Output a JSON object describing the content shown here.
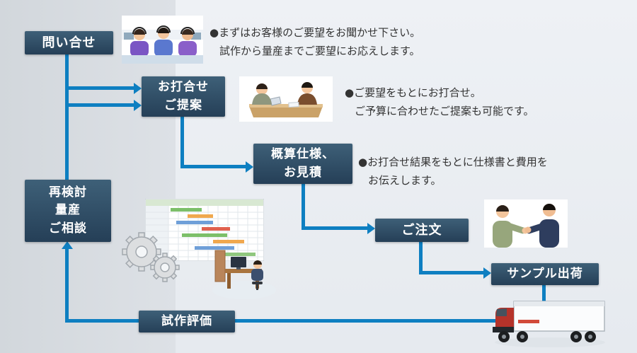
{
  "colors": {
    "arrow": "#0e7fc1",
    "box_background_top": "#3e6078",
    "box_background_bottom": "#253f57",
    "box_text": "#ffffff",
    "note_text": "#333333",
    "panel_left": "#d7dce1",
    "panel_right": "#e9edf2"
  },
  "nodes": {
    "inquiry": {
      "label": "問い合せ"
    },
    "proposal": {
      "label": "お打合せ\nご提案"
    },
    "estimate": {
      "label": "概算仕様、\nお見積"
    },
    "order": {
      "label": "ご注文"
    },
    "sample_shipping": {
      "label": "サンプル出荷"
    },
    "trial_evaluation": {
      "label": "試作評価"
    },
    "reconsider": {
      "label": "再検討\n量産\nご相談"
    }
  },
  "notes": {
    "inquiry_note": {
      "line1": "●まずはお客様のご要望をお聞かせ下さい。",
      "line2": "試作から量産までご要望にお応えします。"
    },
    "proposal_note": {
      "line1": "●ご要望をもとにお打合せ。",
      "line2": "ご予算に合わせたご提案も可能です。"
    },
    "estimate_note": {
      "line1": "●お打合せ結果をもとに仕様書と費用を",
      "line2": "お伝えします。"
    }
  },
  "illustrations": {
    "call_center": "call-center-operators",
    "meeting": "business-meeting",
    "schedule_chart": "production-schedule-chart",
    "gears": "machine-gears",
    "workstation": "design-workstation",
    "handshake": "handshake-agreement",
    "truck": "delivery-truck"
  }
}
